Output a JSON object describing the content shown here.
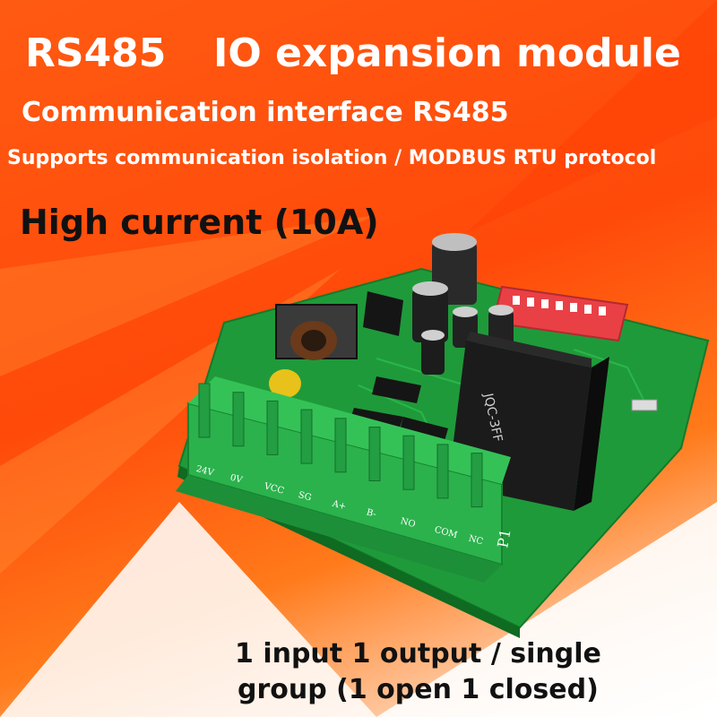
{
  "header": {
    "title_left": "RS485",
    "title_right": "IO expansion module",
    "subtitle": "Communication interface RS485",
    "features": "Supports communication isolation / MODBUS RTU protocol",
    "current": "High current (10A)"
  },
  "footer": {
    "line1": "1 input 1 output / single",
    "line2": "group (1 open 1 closed)"
  },
  "terminal_labels": [
    "24V",
    "0V",
    "VCC",
    "SG",
    "A+",
    "B-",
    "NO",
    "COM",
    "NC"
  ],
  "relay_text": "JQC-3FF",
  "board_mark": "P1",
  "colors": {
    "background": "#ff5a12",
    "pcb": "#1f9a3a",
    "terminal": "#2bb24c",
    "relay": "#1b1b1b",
    "dip_switch": "#e94046"
  }
}
